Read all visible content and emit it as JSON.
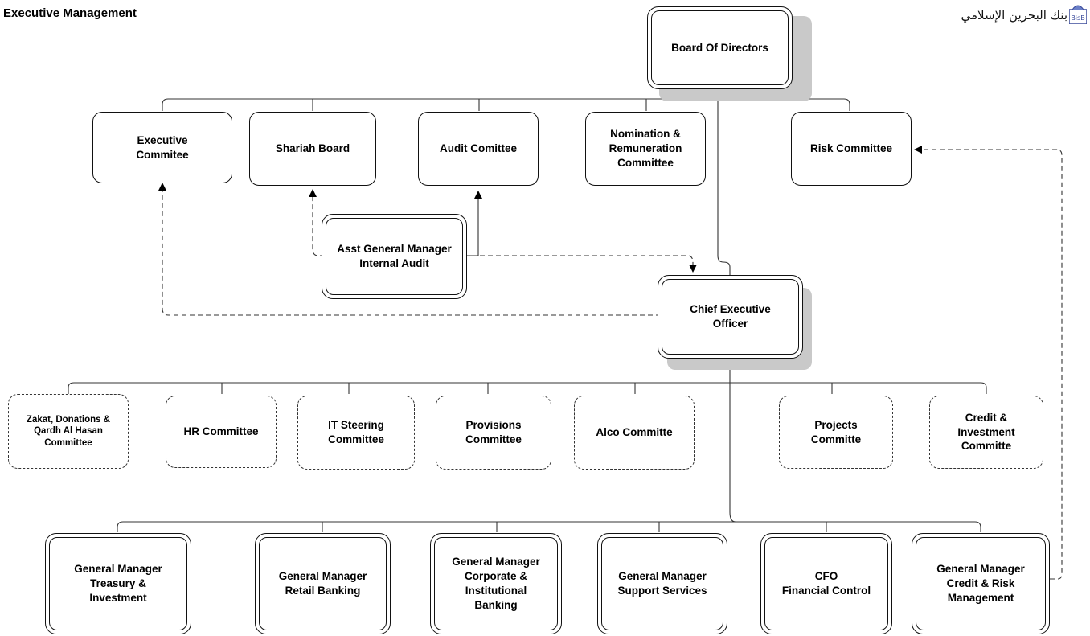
{
  "header": {
    "title": "Executive Management",
    "logo_text": "بنك البحرين الإسلامي",
    "logo_badge": "BisB"
  },
  "nodes": {
    "board": "Board Of Directors",
    "exec_committee": "Executive\nCommitee",
    "shariah": "Shariah Board",
    "audit": "Audit Comittee",
    "nomination": "Nomination &\nRemuneration\nCommittee",
    "risk_committee": "Risk Committee",
    "internal_audit": "Asst General Manager\nInternal Audit",
    "ceo": "Chief Executive\nOfficer",
    "zakat": "Zakat, Donations &\nQardh Al Hasan\nCommittee",
    "hr": "HR Committee",
    "it": "IT Steering\nCommittee",
    "provisions": "Provisions\nCommittee",
    "alco": "Alco Committe",
    "projects": "Projects\nCommitte",
    "credit_committee": "Credit &\nInvestment\nCommitte",
    "gm_treasury": "General Manager\nTreasury &\nInvestment",
    "gm_retail": "General Manager\nRetail Banking",
    "gm_corporate": "General Manager\nCorporate &\nInstitutional\nBanking",
    "gm_support": "General Manager\nSupport Services",
    "cfo": "CFO\nFinancial Control",
    "gm_credit_risk": "General Manager\nCredit & Risk\nManagement"
  }
}
